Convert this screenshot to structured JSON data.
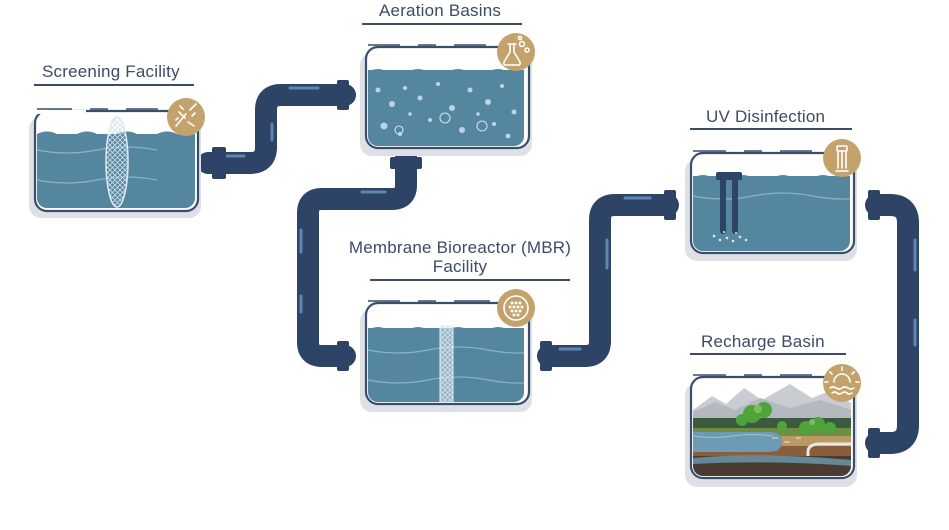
{
  "stages": {
    "screening": {
      "label": "Screening Facility"
    },
    "aeration": {
      "label": "Aeration Basins"
    },
    "mbr": {
      "label_line1": "Membrane Bioreactor (MBR)",
      "label_line2": "Facility"
    },
    "uv": {
      "label": "UV Disinfection"
    },
    "recharge": {
      "label": "Recharge Basin"
    }
  },
  "icons": {
    "screening": "bacteria-icon",
    "aeration": "flask-icon",
    "mbr": "membrane-icon",
    "uv": "uv-lamp-icon",
    "recharge": "sun-water-icon"
  },
  "colors": {
    "pipe": "#2d4466",
    "pipe_highlight": "#5f86b0",
    "water": "#55869f",
    "water_light": "#6d9bb3",
    "tank_border": "#3a4d6b",
    "shadow": "#d9dde3",
    "icon_bg": "#c3a36b",
    "text": "#3d4b66"
  }
}
